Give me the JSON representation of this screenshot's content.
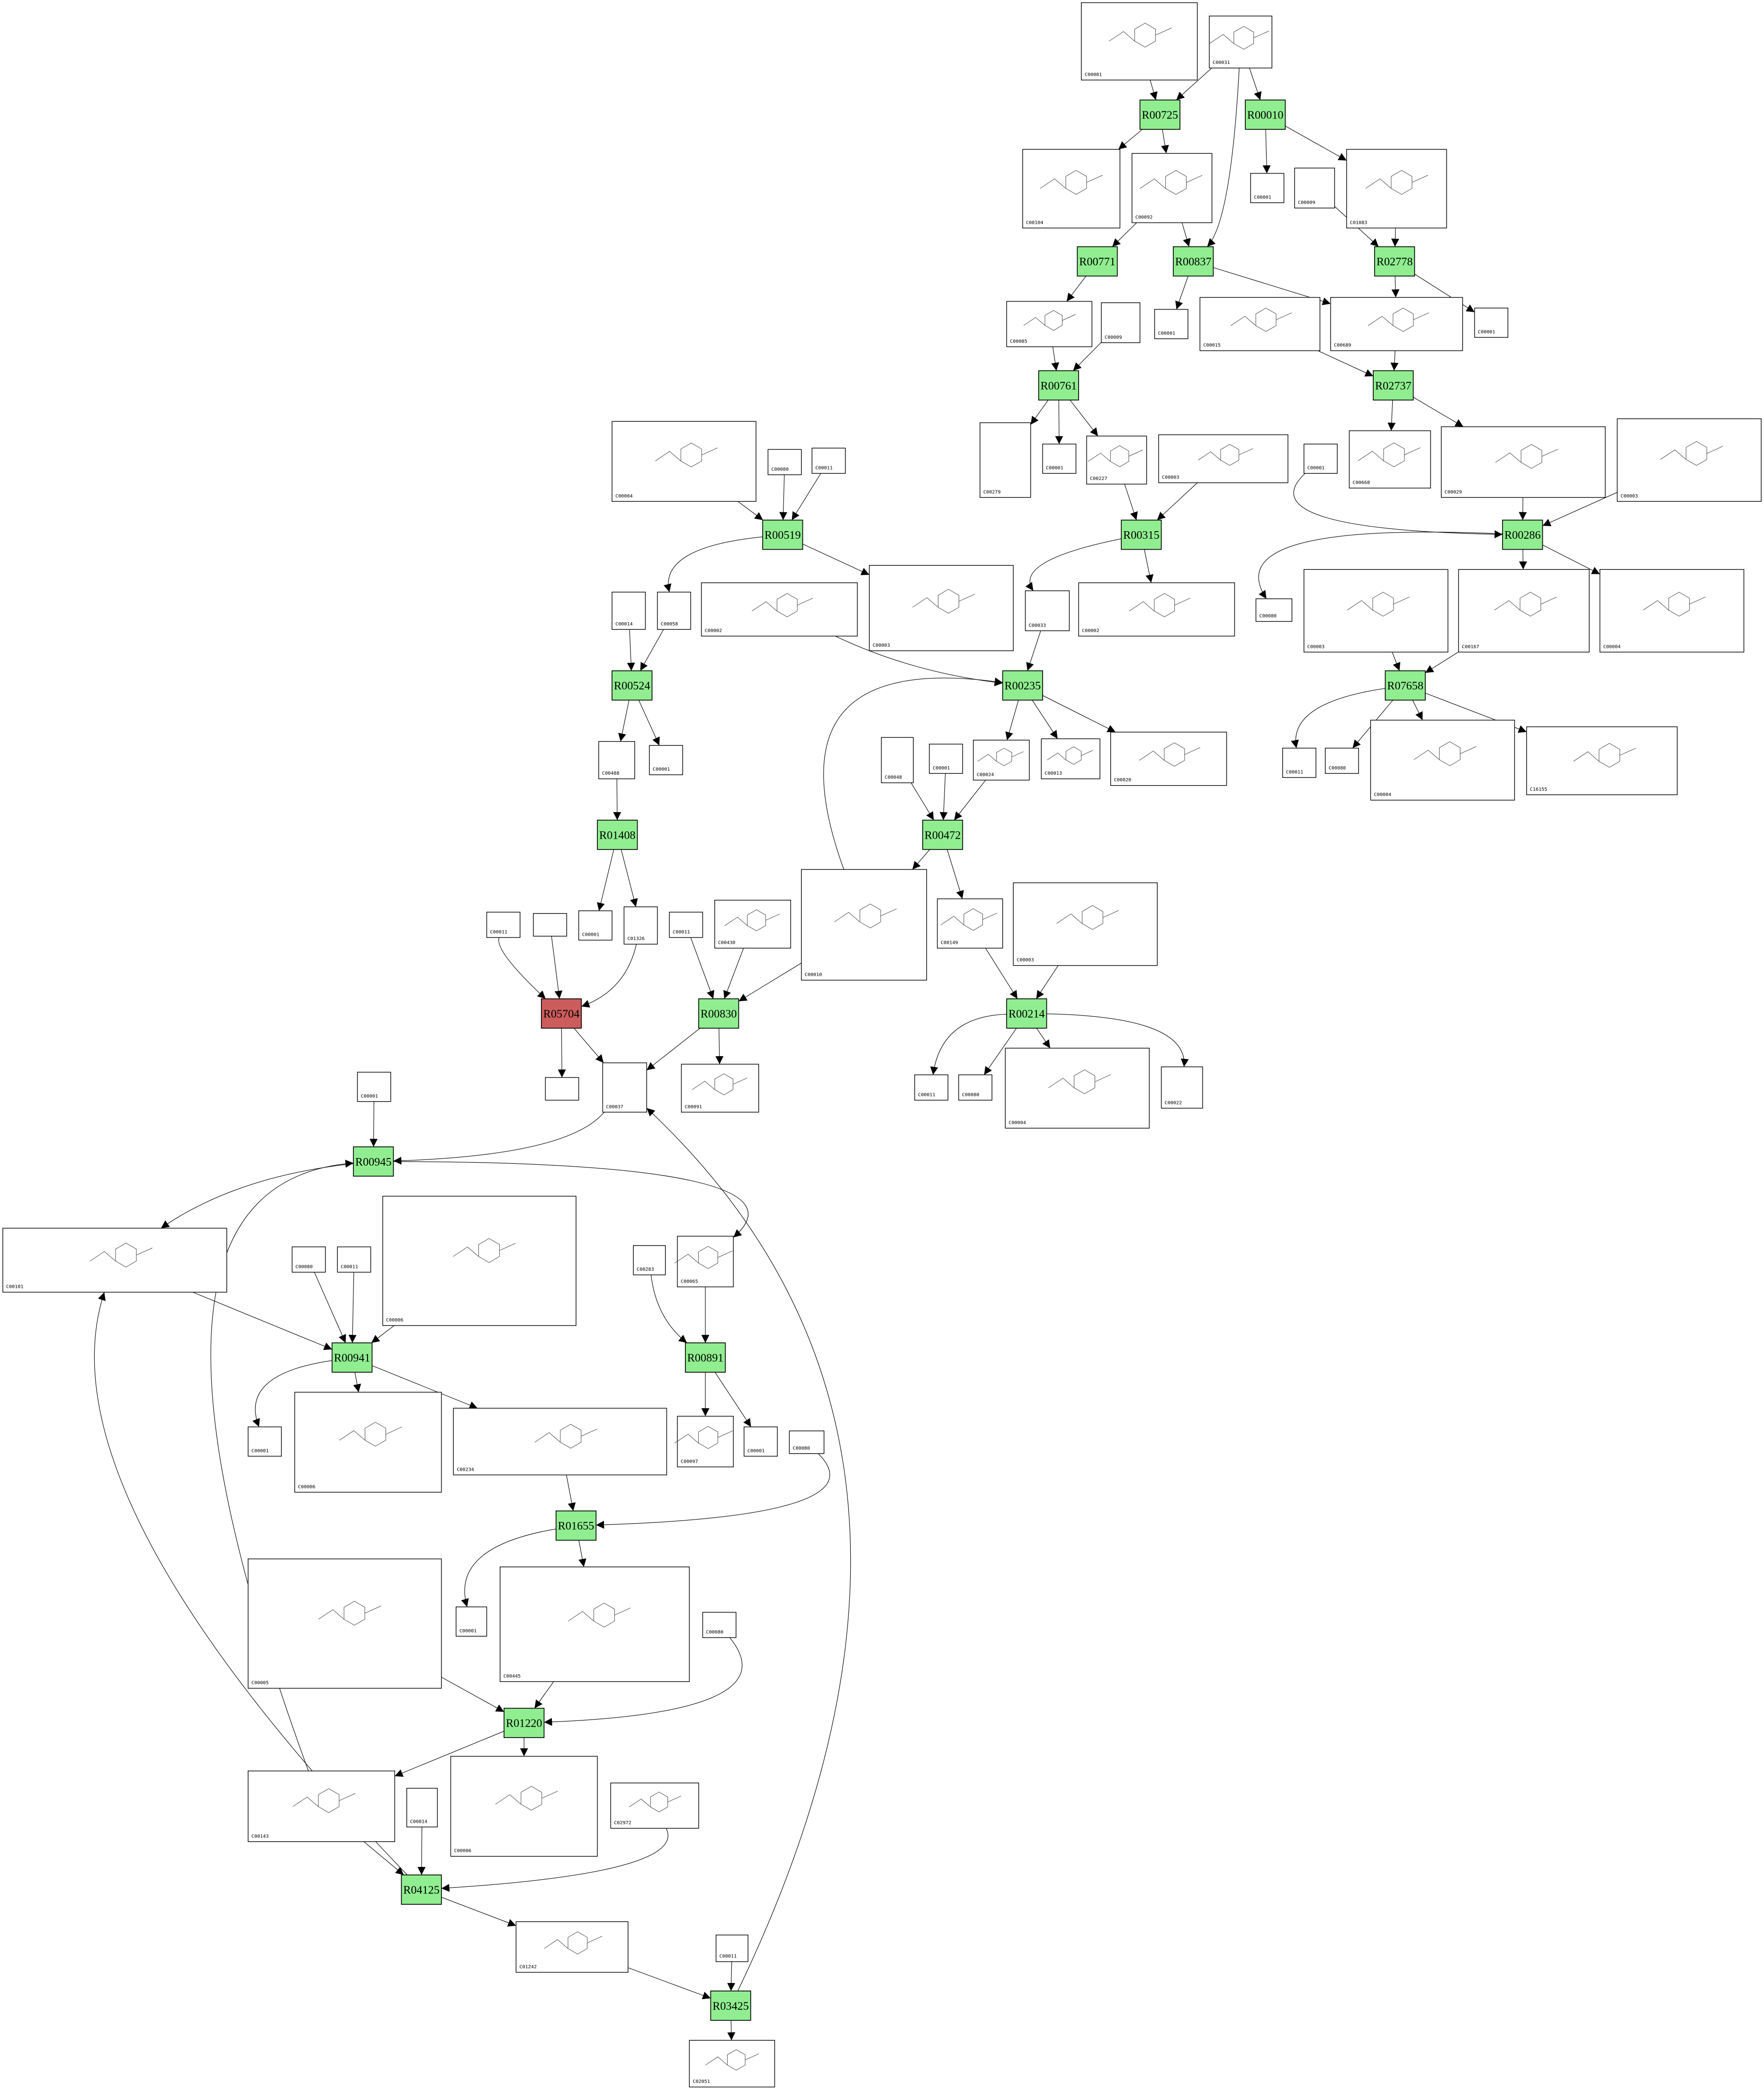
{
  "colors": {
    "reaction": "#90ee90",
    "highlighted_reaction": "#cd5c5c",
    "compound_bg": "#ffffff",
    "edge": "#000000"
  },
  "nodes": [
    {
      "label": "R00725",
      "type": "reaction"
    },
    {
      "label": "R00010",
      "type": "reaction"
    },
    {
      "label": "R00771",
      "type": "reaction"
    },
    {
      "label": "R00837",
      "type": "reaction"
    },
    {
      "label": "R02778",
      "type": "reaction"
    },
    {
      "label": "R00761",
      "type": "reaction"
    },
    {
      "label": "R02737",
      "type": "reaction"
    },
    {
      "label": "R00519",
      "type": "reaction"
    },
    {
      "label": "R00315",
      "type": "reaction"
    },
    {
      "label": "R00286",
      "type": "reaction"
    },
    {
      "label": "R00524",
      "type": "reaction"
    },
    {
      "label": "R00235",
      "type": "reaction"
    },
    {
      "label": "R07658",
      "type": "reaction"
    },
    {
      "label": "R01408",
      "type": "reaction"
    },
    {
      "label": "R00472",
      "type": "reaction"
    },
    {
      "label": "R05704",
      "type": "reaction",
      "highlighted": true
    },
    {
      "label": "R00830",
      "type": "reaction"
    },
    {
      "label": "R00214",
      "type": "reaction"
    },
    {
      "label": "R00945",
      "type": "reaction"
    },
    {
      "label": "R00941",
      "type": "reaction"
    },
    {
      "label": "R00891",
      "type": "reaction"
    },
    {
      "label": "R01655",
      "type": "reaction"
    },
    {
      "label": "R01220",
      "type": "reaction"
    },
    {
      "label": "R04125",
      "type": "reaction"
    },
    {
      "label": "R03425",
      "type": "reaction"
    },
    {
      "label": "C00081",
      "type": "compound"
    },
    {
      "label": "C00031",
      "type": "compound"
    },
    {
      "label": "C00104",
      "type": "compound"
    },
    {
      "label": "C00092",
      "type": "compound"
    },
    {
      "label": "C00001",
      "type": "compound"
    },
    {
      "label": "C00009",
      "type": "compound"
    },
    {
      "label": "C01083",
      "type": "compound"
    },
    {
      "label": "C00085",
      "type": "compound"
    },
    {
      "label": "C00009",
      "type": "compound"
    },
    {
      "label": "C00001",
      "type": "compound"
    },
    {
      "label": "C00015",
      "type": "compound"
    },
    {
      "label": "C00689",
      "type": "compound"
    },
    {
      "label": "C00001",
      "type": "compound"
    },
    {
      "label": "C00004",
      "type": "compound"
    },
    {
      "label": "C00080",
      "type": "compound"
    },
    {
      "label": "C00011",
      "type": "compound"
    },
    {
      "label": "C00279",
      "type": "compound"
    },
    {
      "label": "C00001",
      "type": "compound"
    },
    {
      "label": "C00227",
      "type": "compound"
    },
    {
      "label": "C00003",
      "type": "compound"
    },
    {
      "label": "C00001",
      "type": "compound"
    },
    {
      "label": "C00668",
      "type": "compound"
    },
    {
      "label": "C00029",
      "type": "compound"
    },
    {
      "label": "C00003",
      "type": "compound"
    },
    {
      "label": "C00014",
      "type": "compound"
    },
    {
      "label": "C00058",
      "type": "compound"
    },
    {
      "label": "C00002",
      "type": "compound"
    },
    {
      "label": "C00003",
      "type": "compound"
    },
    {
      "label": "C00033",
      "type": "compound"
    },
    {
      "label": "C00002",
      "type": "compound"
    },
    {
      "label": "C00080",
      "type": "compound"
    },
    {
      "label": "C00003",
      "type": "compound"
    },
    {
      "label": "C00167",
      "type": "compound"
    },
    {
      "label": "C00004",
      "type": "compound"
    },
    {
      "label": "C00488",
      "type": "compound"
    },
    {
      "label": "C00001",
      "type": "compound"
    },
    {
      "label": "C00048",
      "type": "compound"
    },
    {
      "label": "C00001",
      "type": "compound"
    },
    {
      "label": "C00024",
      "type": "compound"
    },
    {
      "label": "C00013",
      "type": "compound"
    },
    {
      "label": "C00020",
      "type": "compound"
    },
    {
      "label": "C00011",
      "type": "compound"
    },
    {
      "label": "C00080",
      "type": "compound"
    },
    {
      "label": "C00004",
      "type": "compound"
    },
    {
      "label": "C16155",
      "type": "compound"
    },
    {
      "label": "C00011",
      "type": "compound"
    },
    {
      "label": "",
      "type": "compound"
    },
    {
      "label": "C00001",
      "type": "compound"
    },
    {
      "label": "C01326",
      "type": "compound"
    },
    {
      "label": "C00011",
      "type": "compound"
    },
    {
      "label": "C00430",
      "type": "compound"
    },
    {
      "label": "C00010",
      "type": "compound"
    },
    {
      "label": "C00149",
      "type": "compound"
    },
    {
      "label": "C00003",
      "type": "compound"
    },
    {
      "label": "",
      "type": "compound"
    },
    {
      "label": "C00037",
      "type": "compound"
    },
    {
      "label": "C00091",
      "type": "compound"
    },
    {
      "label": "C00001",
      "type": "compound"
    },
    {
      "label": "C00011",
      "type": "compound"
    },
    {
      "label": "C00080",
      "type": "compound"
    },
    {
      "label": "C00004",
      "type": "compound"
    },
    {
      "label": "C00022",
      "type": "compound"
    },
    {
      "label": "C00101",
      "type": "compound"
    },
    {
      "label": "C00006",
      "type": "compound"
    },
    {
      "label": "C00080",
      "type": "compound"
    },
    {
      "label": "C00011",
      "type": "compound"
    },
    {
      "label": "C00283",
      "type": "compound"
    },
    {
      "label": "C00065",
      "type": "compound"
    },
    {
      "label": "C00001",
      "type": "compound"
    },
    {
      "label": "C00006",
      "type": "compound"
    },
    {
      "label": "C00234",
      "type": "compound"
    },
    {
      "label": "C00097",
      "type": "compound"
    },
    {
      "label": "C00001",
      "type": "compound"
    },
    {
      "label": "C00080",
      "type": "compound"
    },
    {
      "label": "C00001",
      "type": "compound"
    },
    {
      "label": "C00445",
      "type": "compound"
    },
    {
      "label": "C00080",
      "type": "compound"
    },
    {
      "label": "C00005",
      "type": "compound"
    },
    {
      "label": "C00143",
      "type": "compound"
    },
    {
      "label": "C00014",
      "type": "compound"
    },
    {
      "label": "C00006",
      "type": "compound"
    },
    {
      "label": "C02972",
      "type": "compound"
    },
    {
      "label": "C01242",
      "type": "compound"
    },
    {
      "label": "C00011",
      "type": "compound"
    },
    {
      "label": "C02051",
      "type": "compound"
    }
  ],
  "edges": [
    [
      25,
      0
    ],
    [
      26,
      0
    ],
    [
      26,
      1
    ],
    [
      26,
      3
    ],
    [
      0,
      27
    ],
    [
      0,
      28
    ],
    [
      1,
      29
    ],
    [
      1,
      31
    ],
    [
      28,
      2
    ],
    [
      28,
      3
    ],
    [
      30,
      4
    ],
    [
      31,
      4
    ],
    [
      2,
      32
    ],
    [
      3,
      34
    ],
    [
      3,
      36
    ],
    [
      4,
      36
    ],
    [
      4,
      37
    ],
    [
      35,
      6
    ],
    [
      36,
      6
    ],
    [
      6,
      46
    ],
    [
      6,
      47
    ],
    [
      32,
      5
    ],
    [
      33,
      5
    ],
    [
      5,
      41
    ],
    [
      5,
      42
    ],
    [
      5,
      43
    ],
    [
      43,
      8
    ],
    [
      44,
      8
    ],
    [
      45,
      9
    ],
    [
      47,
      9
    ],
    [
      48,
      9
    ],
    [
      38,
      7
    ],
    [
      39,
      7
    ],
    [
      40,
      7
    ],
    [
      7,
      50
    ],
    [
      7,
      52
    ],
    [
      8,
      53
    ],
    [
      8,
      54
    ],
    [
      9,
      55
    ],
    [
      9,
      57
    ],
    [
      9,
      58
    ],
    [
      56,
      12
    ],
    [
      57,
      12
    ],
    [
      49,
      10
    ],
    [
      50,
      10
    ],
    [
      51,
      11
    ],
    [
      53,
      11
    ],
    [
      76,
      11
    ],
    [
      11,
      63
    ],
    [
      11,
      64
    ],
    [
      11,
      65
    ],
    [
      12,
      66
    ],
    [
      12,
      67
    ],
    [
      12,
      68
    ],
    [
      12,
      69
    ],
    [
      10,
      59
    ],
    [
      10,
      60
    ],
    [
      59,
      13
    ],
    [
      13,
      72
    ],
    [
      13,
      73
    ],
    [
      61,
      14
    ],
    [
      62,
      14
    ],
    [
      63,
      14
    ],
    [
      14,
      76
    ],
    [
      14,
      77
    ],
    [
      70,
      15
    ],
    [
      71,
      15
    ],
    [
      73,
      15
    ],
    [
      15,
      79
    ],
    [
      15,
      80
    ],
    [
      74,
      16
    ],
    [
      75,
      16
    ],
    [
      76,
      16
    ],
    [
      16,
      80
    ],
    [
      16,
      81
    ],
    [
      77,
      17
    ],
    [
      78,
      17
    ],
    [
      17,
      83
    ],
    [
      17,
      84
    ],
    [
      17,
      85
    ],
    [
      17,
      86
    ],
    [
      82,
      18
    ],
    [
      80,
      18
    ],
    [
      18,
      87
    ],
    [
      18,
      92
    ],
    [
      87,
      19
    ],
    [
      89,
      19
    ],
    [
      90,
      19
    ],
    [
      88,
      19
    ],
    [
      19,
      93
    ],
    [
      19,
      94
    ],
    [
      19,
      95
    ],
    [
      91,
      20
    ],
    [
      92,
      20
    ],
    [
      20,
      96
    ],
    [
      20,
      97
    ],
    [
      95,
      21
    ],
    [
      98,
      21
    ],
    [
      21,
      99
    ],
    [
      21,
      100
    ],
    [
      102,
      22
    ],
    [
      100,
      22
    ],
    [
      101,
      22
    ],
    [
      22,
      103
    ],
    [
      22,
      105
    ],
    [
      103,
      18
    ],
    [
      103,
      23
    ],
    [
      104,
      23
    ],
    [
      106,
      23
    ],
    [
      23,
      87
    ],
    [
      23,
      107
    ],
    [
      107,
      24
    ],
    [
      108,
      24
    ],
    [
      24,
      109
    ],
    [
      24,
      80
    ]
  ]
}
